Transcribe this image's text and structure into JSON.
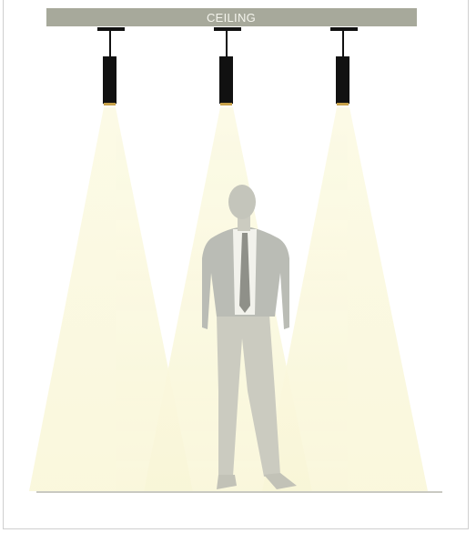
{
  "ceiling": {
    "label": "CEILING"
  },
  "colors": {
    "ceiling": "#a7a99b",
    "beam": "#faf8da",
    "fixture": "#111111",
    "fixture_ring": "#c8a24a",
    "person_body": "#cbcbc0",
    "person_jacket": "#babcb5",
    "person_shirt": "#f2f2ec",
    "person_tie": "#8f9089",
    "floor": "#b7b7ad"
  },
  "fixtures": [
    {
      "name": "fixture-left"
    },
    {
      "name": "fixture-center"
    },
    {
      "name": "fixture-right"
    }
  ]
}
